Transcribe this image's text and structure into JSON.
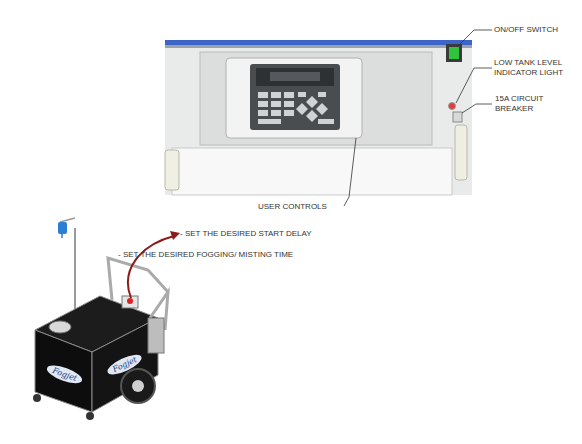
{
  "diagram": {
    "labels": [
      "ON/OFF SWITCH",
      "LOW TANK LEVEL INDICATOR LIGHT",
      "15A CIRCUIT BREAKER",
      "USER CONTROLS",
      "- SET THE DESIRED START DELAY",
      "- SET THE DESIRED FOGGING/ MISTING TIME",
      "Fogjet",
      "Fogjet"
    ]
  }
}
